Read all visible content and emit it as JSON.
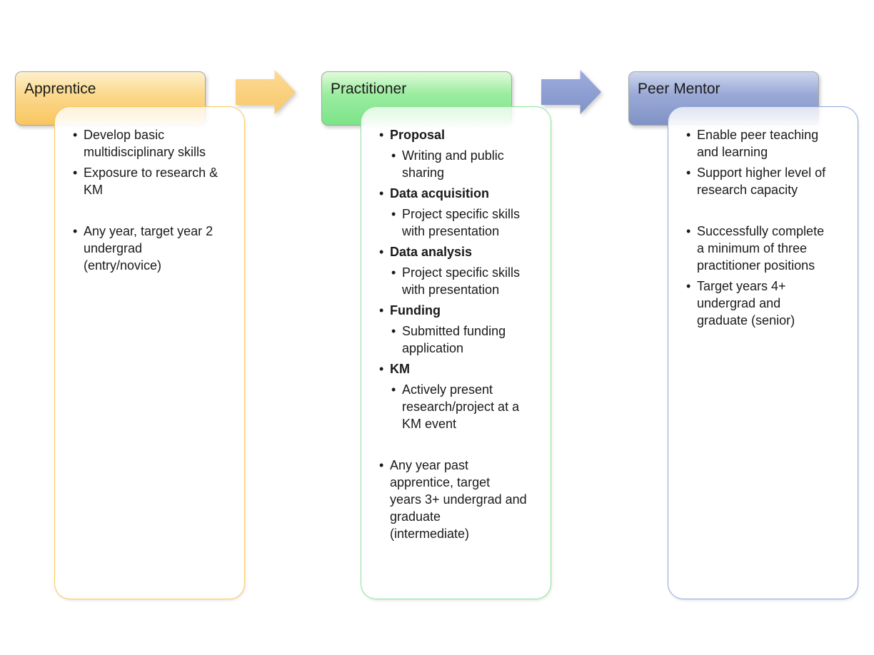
{
  "diagram": {
    "background": "#FFFFFF",
    "text_color": "#1A1A1A",
    "stages": [
      {
        "title": "Apprentice",
        "colors": {
          "header_top": "#FEF0CB",
          "header_mid": "#FBD98E",
          "header_bottom": "#F9C660",
          "header_border": "#A6A6A6",
          "card_border": "#FBC75C"
        },
        "bullets": [
          {
            "level": 1,
            "bold": false,
            "gap": false,
            "text": "Develop basic\nmultidisciplinary skills"
          },
          {
            "level": 1,
            "bold": false,
            "gap": false,
            "text": "Exposure to research &\nKM"
          },
          {
            "level": 1,
            "bold": false,
            "gap": true,
            "text": "Any year, target year 2\nundergrad\n(entry/novice)"
          }
        ]
      },
      {
        "title": "Practitioner",
        "colors": {
          "header_top": "#E0FBD9",
          "header_mid": "#9BEC9F",
          "header_bottom": "#7CE489",
          "header_border": "#A6A6A6",
          "card_border": "#8BE595"
        },
        "bullets": [
          {
            "level": 1,
            "bold": true,
            "gap": false,
            "text": "Proposal"
          },
          {
            "level": 2,
            "bold": false,
            "gap": false,
            "text": "Writing and public\nsharing"
          },
          {
            "level": 1,
            "bold": true,
            "gap": false,
            "text": "Data acquisition"
          },
          {
            "level": 2,
            "bold": false,
            "gap": false,
            "text": "Project specific skills\nwith presentation"
          },
          {
            "level": 1,
            "bold": true,
            "gap": false,
            "text": "Data analysis"
          },
          {
            "level": 2,
            "bold": false,
            "gap": false,
            "text": "Project specific skills\nwith presentation"
          },
          {
            "level": 1,
            "bold": true,
            "gap": false,
            "text": "Funding"
          },
          {
            "level": 2,
            "bold": false,
            "gap": false,
            "text": "Submitted funding\napplication"
          },
          {
            "level": 1,
            "bold": true,
            "gap": false,
            "text": "KM"
          },
          {
            "level": 2,
            "bold": false,
            "gap": false,
            "text": "Actively present\nresearch/project at a\nKM event"
          },
          {
            "level": 1,
            "bold": false,
            "gap": true,
            "text": "Any year past\napprentice, target\nyears 3+ undergrad and\ngraduate\n(intermediate)"
          }
        ]
      },
      {
        "title": "Peer Mentor",
        "colors": {
          "header_top": "#CDD6ED",
          "header_mid": "#9AA9D6",
          "header_bottom": "#8093C6",
          "header_border": "#A6A6A6",
          "card_border": "#8EA6DB"
        },
        "bullets": [
          {
            "level": 1,
            "bold": false,
            "gap": false,
            "text": "Enable peer teaching\nand learning"
          },
          {
            "level": 1,
            "bold": false,
            "gap": false,
            "text": "Support higher level of\nresearch capacity"
          },
          {
            "level": 1,
            "bold": false,
            "gap": true,
            "text": "Successfully complete\na minimum of three\npractitioner positions"
          },
          {
            "level": 1,
            "bold": false,
            "gap": false,
            "text": "Target years 4+\nundergrad and\ngraduate (senior)"
          }
        ]
      }
    ],
    "arrows": [
      {
        "name": "apprentice-to-practitioner",
        "color_top": "#FCD994",
        "color_bottom": "#F9C96C"
      },
      {
        "name": "practitioner-to-peer-mentor",
        "color_top": "#9DACDD",
        "color_bottom": "#8093C8"
      }
    ]
  }
}
